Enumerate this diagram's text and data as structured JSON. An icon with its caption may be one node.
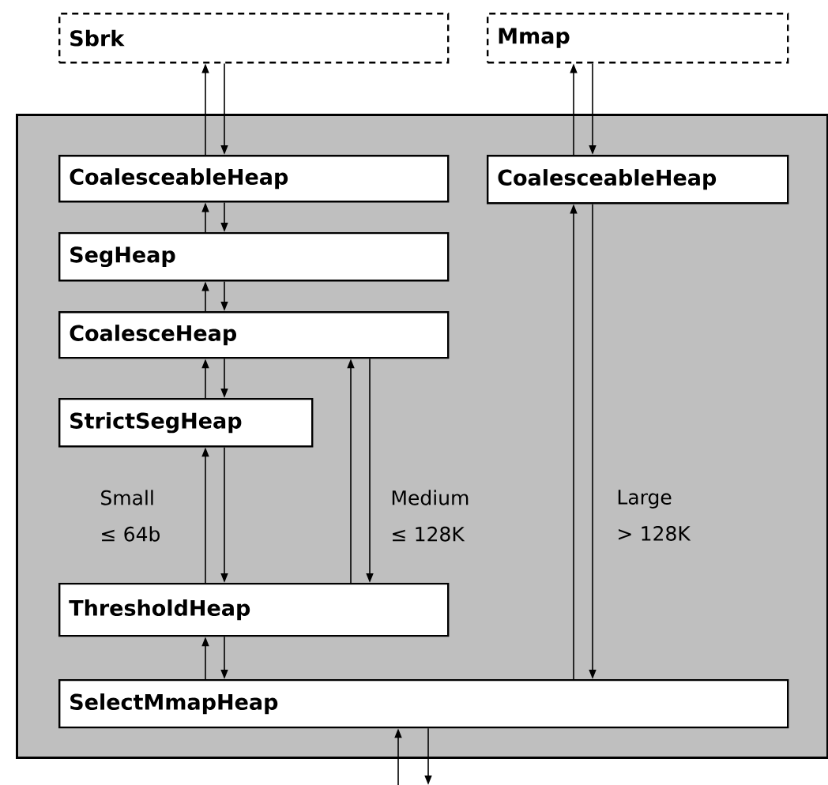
{
  "diagram": {
    "nodes": [
      {
        "text": [
          "Sbrk"
        ]
      },
      {
        "text": [
          "Mmap"
        ]
      },
      {
        "text": [],
        "shape": "box"
      },
      {
        "text": [
          "CoalesceableHeap"
        ],
        "in": 2
      },
      {
        "text": [
          "CoalesceableHeap"
        ],
        "in": 2
      },
      {
        "text": [
          "SegHeap"
        ],
        "in": 2
      },
      {
        "text": [
          "CoalesceHeap"
        ],
        "in": 2
      },
      {
        "text": [
          "StrictSegHeap"
        ],
        "in": 2
      },
      {
        "text": [
          "ThresholdHeap"
        ],
        "in": 2
      },
      {
        "text": [
          "SelectMmapHeap"
        ],
        "in": 2
      }
    ],
    "edges": [
      {
        "from": 3,
        "to": 0,
        "arrow": "to"
      },
      {
        "from": 0,
        "to": 3,
        "arrow": "to"
      },
      {
        "from": 4,
        "to": 1,
        "arrow": "to"
      },
      {
        "from": 1,
        "to": 4,
        "arrow": "to"
      },
      {
        "from": 5,
        "to": 3,
        "arrow": "to"
      },
      {
        "from": 3,
        "to": 5,
        "arrow": "to"
      },
      {
        "from": 6,
        "to": 5,
        "arrow": "to"
      },
      {
        "from": 5,
        "to": 6,
        "arrow": "to"
      },
      {
        "from": 7,
        "to": 6,
        "arrow": "to"
      },
      {
        "from": 6,
        "to": 7,
        "arrow": "to"
      },
      {
        "from": 8,
        "to": 7,
        "arrow": "to"
      },
      {
        "from": 7,
        "to": 8,
        "arrow": "to"
      },
      {
        "from": 8,
        "to": 6,
        "arrow": "to"
      },
      {
        "from": 6,
        "to": 8,
        "arrow": "to"
      },
      {
        "from": 9,
        "to": 8,
        "arrow": "to"
      },
      {
        "from": 8,
        "to": 9,
        "arrow": "to"
      },
      {
        "from": 9,
        "to": 4,
        "arrow": "to"
      },
      {
        "from": 4,
        "to": 9,
        "arrow": "to"
      },
      {
        "from": null,
        "to": 9,
        "arrow": "to"
      },
      {
        "from": 9,
        "to": null,
        "arrow": "to"
      }
    ],
    "labels": [
      "Small ≤ 64b",
      "Medium ≤ 128K",
      "Large > 128K"
    ]
  }
}
